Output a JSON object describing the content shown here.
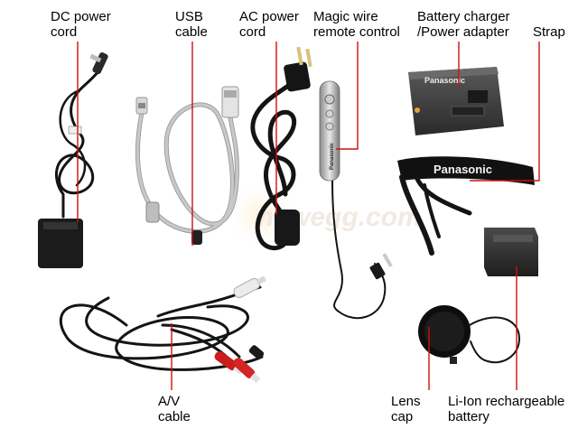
{
  "labels": {
    "dc_power_cord": [
      "DC power",
      "cord"
    ],
    "usb_cable": [
      "USB",
      "cable"
    ],
    "ac_power_cord": [
      "AC power",
      "cord"
    ],
    "magic_wire_remote": [
      "Magic wire",
      "remote control"
    ],
    "battery_charger": [
      "Battery charger",
      "/Power adapter"
    ],
    "strap": [
      "Strap"
    ],
    "av_cable": [
      "A/V",
      "cable"
    ],
    "lens_cap": [
      "Lens",
      "cap"
    ],
    "battery": [
      "Li-Ion rechargeable",
      "battery"
    ]
  },
  "brand_text": {
    "charger": "Panasonic",
    "strap": "Panasonic",
    "remote": "Panasonic"
  },
  "watermark": "newegg.com",
  "colors": {
    "leader_line": "#cc1111",
    "cable_black": "#141414",
    "cable_grey": "#c8c8c8"
  }
}
